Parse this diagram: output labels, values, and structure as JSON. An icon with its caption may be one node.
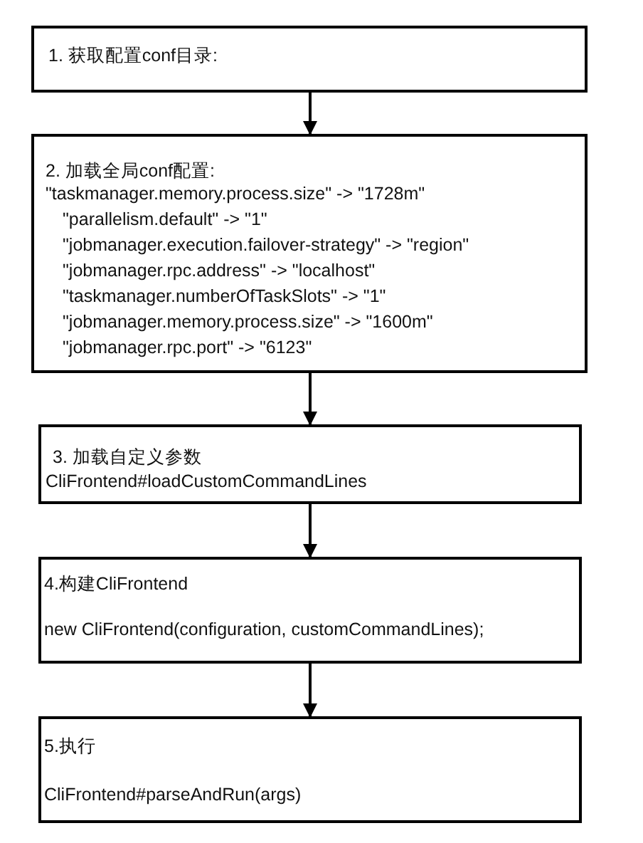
{
  "diagram": {
    "nodes": [
      {
        "text": [
          "1. 获取配置conf目录:"
        ]
      },
      {
        "text": [
          "2. 加载全局conf配置:",
          "\"taskmanager.memory.process.size\" -> \"1728m\"",
          "\"parallelism.default\" -> \"1\"",
          "\"jobmanager.execution.failover-strategy\" -> \"region\"",
          "\"jobmanager.rpc.address\" -> \"localhost\"",
          "\"taskmanager.numberOfTaskSlots\" -> \"1\"",
          "\"jobmanager.memory.process.size\" -> \"1600m\"",
          "\"jobmanager.rpc.port\" -> \"6123\""
        ]
      },
      {
        "text": [
          "3. 加载自定义参数",
          "CliFrontend#loadCustomCommandLines"
        ]
      },
      {
        "text": [
          "4.构建CliFrontend",
          "new CliFrontend(configuration, customCommandLines);"
        ]
      },
      {
        "text": [
          "5.执行",
          "CliFrontend#parseAndRun(args)"
        ]
      }
    ],
    "edges": [
      {
        "from": 0,
        "to": 1,
        "arrow": "to"
      },
      {
        "from": 1,
        "to": 2,
        "arrow": "to"
      },
      {
        "from": 2,
        "to": 3,
        "arrow": "to"
      },
      {
        "from": 3,
        "to": 4,
        "arrow": "to"
      }
    ]
  }
}
